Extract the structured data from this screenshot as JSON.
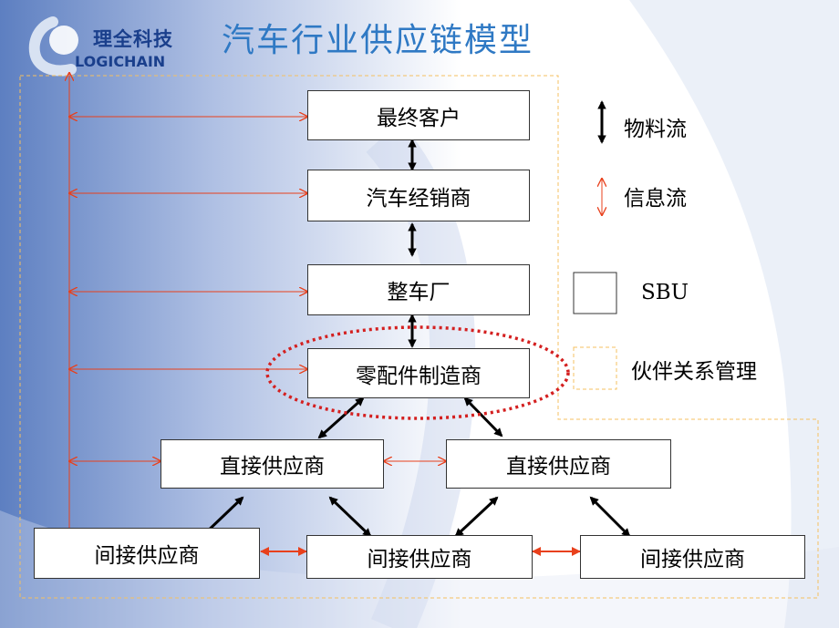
{
  "logo": {
    "company_cn": "理全科技",
    "company_en": "LOGICHAIN"
  },
  "title": "汽车行业供应链模型",
  "nodes": {
    "end_customer": "最终客户",
    "dealer": "汽车经销商",
    "oem": "整车厂",
    "parts_maker": "零配件制造商",
    "direct_supplier_left": "直接供应商",
    "direct_supplier_right": "直接供应商",
    "indirect_supplier_left": "间接供应商",
    "indirect_supplier_mid": "间接供应商",
    "indirect_supplier_right": "间接供应商"
  },
  "legend": {
    "material_flow": "物料流",
    "info_flow": "信息流",
    "sbu": "SBU",
    "partner_mgmt": "伙伴关系管理"
  },
  "colors": {
    "title": "#2f79c4",
    "info_arrow": "#e8401c",
    "material_arrow": "#000000",
    "ellipse": "#d42020",
    "partner_border": "#f5c060"
  }
}
